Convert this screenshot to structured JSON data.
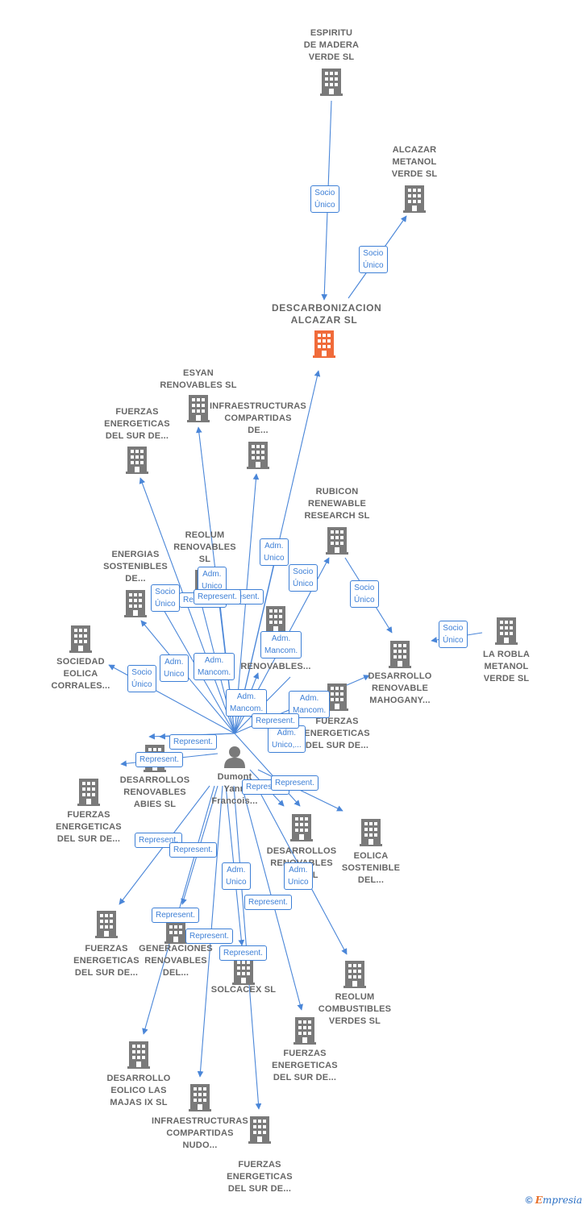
{
  "colors": {
    "edge": "#4a86d8",
    "building": "#7a7a7a",
    "focus": "#f06b3a",
    "person": "#7a7a7a"
  },
  "nodes": [
    {
      "id": "espiritu",
      "label": "ESPIRITU\nDE MADERA\nVERDE  SL",
      "icon": "building-icon"
    },
    {
      "id": "alcazar_metanol",
      "label": "ALCAZAR\nMETANOL\nVERDE  SL",
      "icon": "building-icon"
    },
    {
      "id": "descarbonizacion",
      "label": "DESCARBONIZACION\nALCAZAR  SL",
      "icon": "building-icon",
      "focus": true
    },
    {
      "id": "esyan",
      "label": "ESYAN\nRENOVABLES SL",
      "icon": "building-icon"
    },
    {
      "id": "fuerzas1",
      "label": "FUERZAS\nENERGETICAS\nDEL SUR DE...",
      "icon": "building-icon"
    },
    {
      "id": "infra1",
      "label": "INFRAESTRUCTURAS\nCOMPARTIDAS\nDE...",
      "icon": "building-icon"
    },
    {
      "id": "rubicon",
      "label": "RUBICON\nRENEWABLE\nRESEARCH  SL",
      "icon": "building-icon"
    },
    {
      "id": "reolum_ren",
      "label": "REOLUM\nRENOVABLES\nSL",
      "icon": "building-icon"
    },
    {
      "id": "energias_sost",
      "label": "ENERGIAS\nSOSTENIBLES\nDE...",
      "icon": "building-icon"
    },
    {
      "id": "des_renov",
      "label": "DES\nRENOVABLES...",
      "icon": "building-icon"
    },
    {
      "id": "la_robla",
      "label": "LA ROBLA\nMETANOL\nVERDE  SL",
      "icon": "building-icon"
    },
    {
      "id": "mahogany",
      "label": "DESARROLLO\nRENOVABLE\nMAHOGANY...",
      "icon": "building-icon"
    },
    {
      "id": "sociedad_eolica",
      "label": "SOCIEDAD\nEOLICA\nCORRALES...",
      "icon": "building-icon"
    },
    {
      "id": "fuerzas2",
      "label": "FUERZAS\nENERGETICAS\nDEL SUR DE...",
      "icon": "building-icon"
    },
    {
      "id": "abies",
      "label": "DESARROLLOS\nRENOVABLES\nABIES  SL",
      "icon": "building-icon"
    },
    {
      "id": "fuerzas3",
      "label": "FUERZAS\nENERGETICAS\nDEL SUR DE...",
      "icon": "building-icon"
    },
    {
      "id": "dumont",
      "label": "Dumont\nYann\nFrancois...",
      "icon": "person-icon"
    },
    {
      "id": "desarrollos_py",
      "label": "DESARROLLOS\nRENOVABLES\nPY...  SL",
      "icon": "building-icon"
    },
    {
      "id": "eolica_sost",
      "label": "EOLICA\nSOSTENIBLE\nDEL...",
      "icon": "building-icon"
    },
    {
      "id": "fuerzas4",
      "label": "FUERZAS\nENERGETICAS\nDEL SUR DE...",
      "icon": "building-icon"
    },
    {
      "id": "generaciones",
      "label": "GENERACIONES\nRENOVABLES\nDEL...",
      "icon": "building-icon"
    },
    {
      "id": "solcacex",
      "label": "SOLCACEX  SL",
      "icon": "building-icon"
    },
    {
      "id": "reolum_comb",
      "label": "REOLUM\nCOMBUSTIBLES\nVERDES  SL",
      "icon": "building-icon"
    },
    {
      "id": "fuerzas5",
      "label": "FUERZAS\nENERGETICAS\nDEL SUR DE...",
      "icon": "building-icon"
    },
    {
      "id": "eolico_majas",
      "label": "DESARROLLO\nEOLICO LAS\nMAJAS IX  SL",
      "icon": "building-icon"
    },
    {
      "id": "infra_nudo",
      "label": "INFRAESTRUCTURAS\nCOMPARTIDAS\nNUDO...",
      "icon": "building-icon"
    },
    {
      "id": "fuerzas6",
      "label": "FUERZAS\nENERGETICAS\nDEL SUR DE...",
      "icon": "building-icon"
    }
  ],
  "roles": [
    "Socio\nÚnico",
    "Socio\nÚnico",
    "Adm.\nUnico",
    "Socio\nÚnico",
    "Socio\nÚnico",
    "Socio\nÚnico",
    "Socio\nÚnico",
    "Adm.\nUnico",
    "Represent.",
    "Represent.",
    "Adm.\nMancom.",
    "Socio\nÚnico",
    "Adm.\nUnico",
    "Adm.\nMancom.",
    "Adm.\nMancom.",
    "Adm.\nMancom.",
    "Represent.",
    "Adm.\nUnico,...",
    "Represent.",
    "Represent.",
    "Represent.",
    "Represent.",
    "Represent.",
    "Represent.",
    "Adm.\nUnico",
    "Adm.\nUnico",
    "Represent.",
    "Represent.",
    "Represent.",
    "Represent.",
    "Represent."
  ],
  "footer": {
    "copyright": "©",
    "brand_first": "E",
    "brand_rest": "mpresia"
  }
}
